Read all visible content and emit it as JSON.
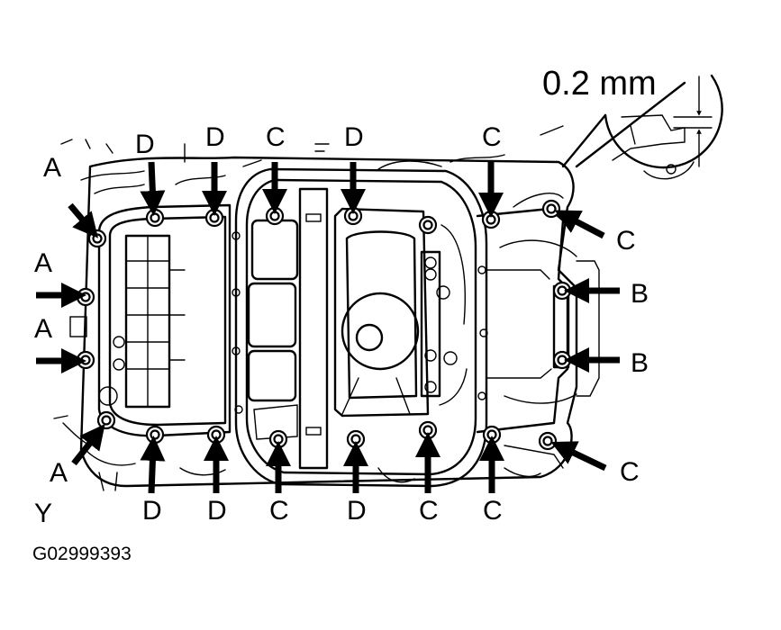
{
  "figure": {
    "gap_label": "0.2 mm",
    "corner_label": "Y",
    "figure_code": "G02999393"
  },
  "callouts": [
    {
      "letter": "A"
    },
    {
      "letter": "A"
    },
    {
      "letter": "A"
    },
    {
      "letter": "A"
    },
    {
      "letter": "B"
    },
    {
      "letter": "B"
    },
    {
      "letter": "C"
    },
    {
      "letter": "C"
    },
    {
      "letter": "C"
    },
    {
      "letter": "C"
    },
    {
      "letter": "C"
    },
    {
      "letter": "C"
    },
    {
      "letter": "C"
    },
    {
      "letter": "D"
    },
    {
      "letter": "D"
    },
    {
      "letter": "D"
    },
    {
      "letter": "D"
    },
    {
      "letter": "D"
    },
    {
      "letter": "D"
    }
  ],
  "colors": {
    "ink": "#000000",
    "paper": "#ffffff"
  }
}
